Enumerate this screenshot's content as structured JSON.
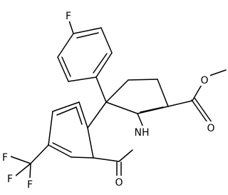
{
  "molecule": {
    "atom_labels": {
      "fluorine_aryl": "F",
      "ester_carbonyl_o": "O",
      "ester_ether_o": "O",
      "amide_nh": "NH",
      "lactam_o": "O",
      "cf3_f1": "F",
      "cf3_f2": "F",
      "cf3_f3": "F"
    }
  }
}
